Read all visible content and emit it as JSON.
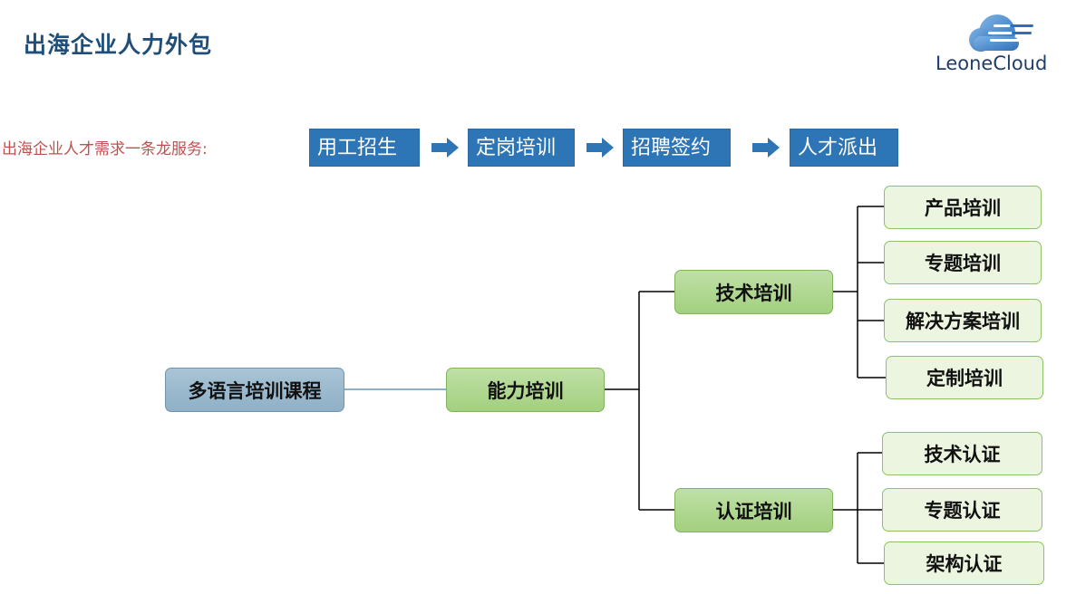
{
  "header": {
    "title": "出海企业人力外包",
    "logo_text": "LeoneCloud"
  },
  "service_flow": {
    "label": "出海企业人才需求一条龙服务:",
    "steps": [
      "用工招生",
      "定岗培训",
      "招聘签约",
      "人才派出"
    ]
  },
  "tree": {
    "root": "多语言培训课程",
    "level1": "能力培训",
    "branches": [
      {
        "label": "技术培训",
        "children": [
          "产品培训",
          "专题培训",
          "解决方案培训",
          "定制培训"
        ]
      },
      {
        "label": "认证培训",
        "children": [
          "技术认证",
          "专题认证",
          "架构认证"
        ]
      }
    ]
  },
  "colors": {
    "title": "#1f4e79",
    "flow_label": "#c0504d",
    "flow_step": "#2e75b6",
    "root_node": "#8fb0c6",
    "mid_node": "#a3d07f",
    "leaf_node": "#ebf5df"
  }
}
